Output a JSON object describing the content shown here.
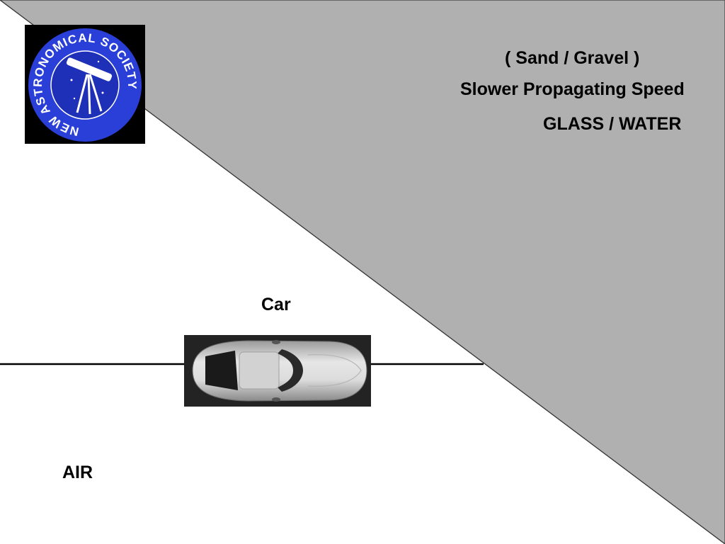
{
  "diagram": {
    "media": {
      "sand_label": "( Sand / Gravel )",
      "speed_label": "Slower Propagating Speed",
      "glass_label": "GLASS / WATER",
      "air_label": "AIR"
    },
    "vehicle": {
      "label": "Car"
    },
    "logo": {
      "icon": "telescope-icon",
      "text": "NEW ASTRONOMICAL SOCIETY",
      "badge_color": "#2a3fd8"
    },
    "colors": {
      "slow_medium": "#b0b0b0",
      "fast_medium": "#ffffff",
      "path_line": "#000000"
    }
  }
}
